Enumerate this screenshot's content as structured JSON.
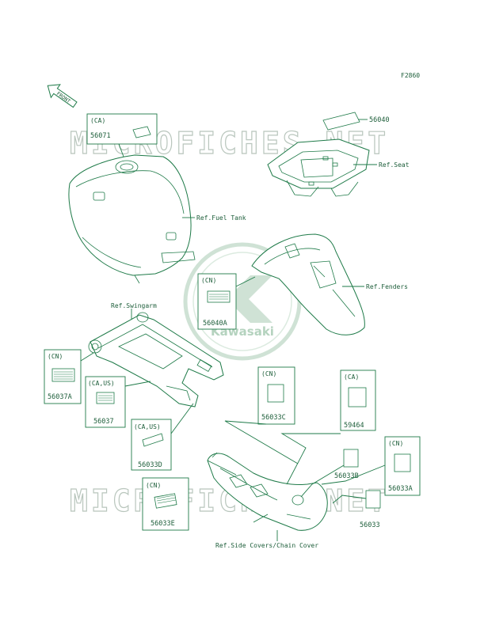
{
  "figure_id": "F2860",
  "watermark": "MICROFICHES.NET",
  "logo_text": "Kawasaki",
  "front_label": "FRONT",
  "references": {
    "fuel_tank": "Ref.Fuel Tank",
    "seat": "Ref.Seat",
    "fenders": "Ref.Fenders",
    "swingarm": "Ref.Swingarm",
    "side_covers": "Ref.Side Covers/Chain Cover"
  },
  "callouts": {
    "c56071": {
      "region": "(CA)",
      "part": "56071"
    },
    "c56040": {
      "part": "56040"
    },
    "c56040A": {
      "region": "(CN)",
      "part": "56040A"
    },
    "c56037A": {
      "region": "(CN)",
      "part": "56037A"
    },
    "c56037": {
      "region": "(CA,US)",
      "part": "56037"
    },
    "c56033D": {
      "region": "(CA,US)",
      "part": "56033D"
    },
    "c56033E": {
      "region": "(CN)",
      "part": "56033E"
    },
    "c56033C": {
      "region": "(CN)",
      "part": "56033C"
    },
    "c59464": {
      "region": "(CA)",
      "part": "59464"
    },
    "c56033B": {
      "part": "56033B"
    },
    "c56033A": {
      "region": "(CN)",
      "part": "56033A"
    },
    "c56033": {
      "part": "56033"
    }
  }
}
